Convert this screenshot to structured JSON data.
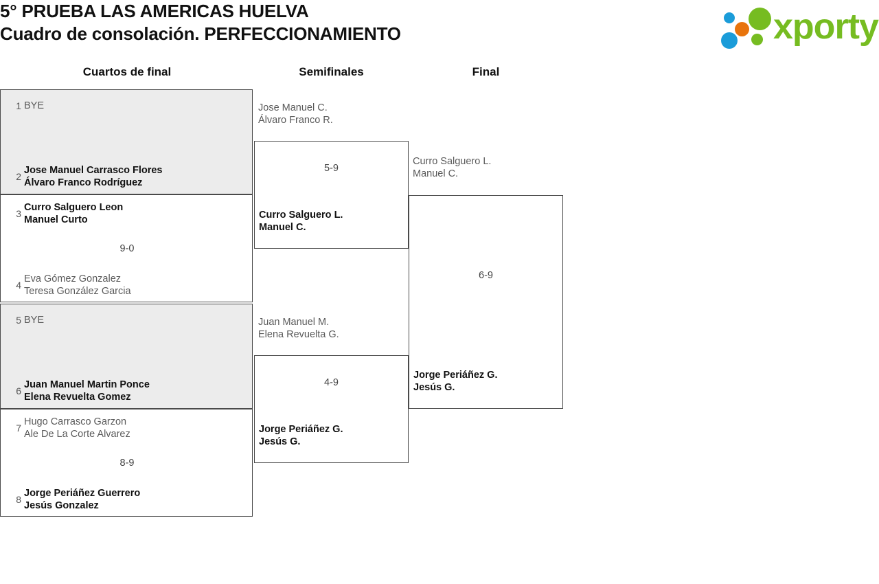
{
  "header": {
    "title_line1": "5° PRUEBA LAS AMERICAS HUELVA",
    "title_line2": "Cuadro de consolación. PERFECCIONAMIENTO"
  },
  "logo": {
    "wordmark": "xporty",
    "green": "#76bc21",
    "blue": "#1b9cd9",
    "orange": "#e8740c"
  },
  "rounds": [
    {
      "label": "Cuartos de final"
    },
    {
      "label": "Semifinales"
    },
    {
      "label": "Final"
    }
  ],
  "quarterfinals": [
    {
      "shaded": true,
      "score": "",
      "top": {
        "seed": "1",
        "line1": "BYE",
        "line2": "",
        "result": "bye"
      },
      "bottom": {
        "seed": "2",
        "line1": "Jose Manuel Carrasco Flores",
        "line2": "Álvaro Franco Rodríguez",
        "result": "winner"
      }
    },
    {
      "shaded": false,
      "score": "9-0",
      "top": {
        "seed": "3",
        "line1": "Curro Salguero Leon",
        "line2": "Manuel Curto",
        "result": "winner"
      },
      "bottom": {
        "seed": "4",
        "line1": "Eva Gómez Gonzalez",
        "line2": "Teresa González Garcia",
        "result": "loser"
      }
    },
    {
      "shaded": true,
      "score": "",
      "top": {
        "seed": "5",
        "line1": "BYE",
        "line2": "",
        "result": "bye"
      },
      "bottom": {
        "seed": "6",
        "line1": "Juan Manuel Martin Ponce",
        "line2": "Elena Revuelta Gomez",
        "result": "winner"
      }
    },
    {
      "shaded": false,
      "score": "8-9",
      "top": {
        "seed": "7",
        "line1": "Hugo Carrasco Garzon",
        "line2": "Ale De La Corte Alvarez",
        "result": "loser"
      },
      "bottom": {
        "seed": "8",
        "line1": "Jorge Periáñez Guerrero",
        "line2": "Jesús Gonzalez",
        "result": "winner"
      }
    }
  ],
  "semifinals": [
    {
      "score": "5-9",
      "top": {
        "line1": "Jose Manuel C.",
        "line2": "Álvaro Franco R.",
        "result": "loser"
      },
      "bottom": {
        "line1": "Curro Salguero L.",
        "line2": "Manuel C.",
        "result": "winner"
      }
    },
    {
      "score": "4-9",
      "top": {
        "line1": "Juan Manuel M.",
        "line2": "Elena Revuelta G.",
        "result": "loser"
      },
      "bottom": {
        "line1": "Jorge Periáñez G.",
        "line2": "Jesús G.",
        "result": "winner"
      }
    }
  ],
  "final": {
    "score": "6-9",
    "top": {
      "line1": "Curro Salguero L.",
      "line2": "Manuel C.",
      "result": "loser"
    },
    "bottom": {
      "line1": "Jorge Periáñez G.",
      "line2": "Jesús G.",
      "result": "winner"
    }
  }
}
